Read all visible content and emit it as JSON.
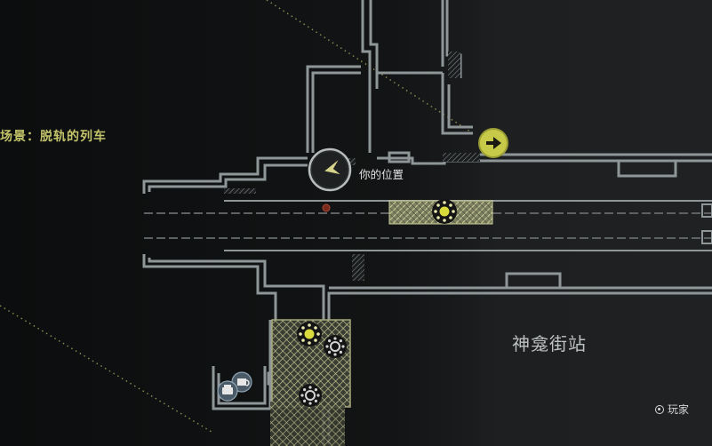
{
  "map": {
    "scene_label": "场景：脱轨的列车",
    "you_are_here_label": "你的位置",
    "station_name": "神龛街站",
    "legend": {
      "player_label": "玩家",
      "player_icon": "player-marker-icon"
    }
  },
  "colors": {
    "wall": "#8e9698",
    "hatch_light": "#d6d8a0",
    "accent_yellow": "#c8c845",
    "label_yellow": "#c3c46a",
    "background": "#0f1112",
    "rail": "#5c6264"
  },
  "icons": {
    "exit": "arrow-right-icon",
    "objective": "sun-objective-icon",
    "location": "gear-location-icon",
    "save_point": "typewriter-save-icon",
    "player": "player-arrow-icon",
    "item": "red-item-dot-icon"
  }
}
